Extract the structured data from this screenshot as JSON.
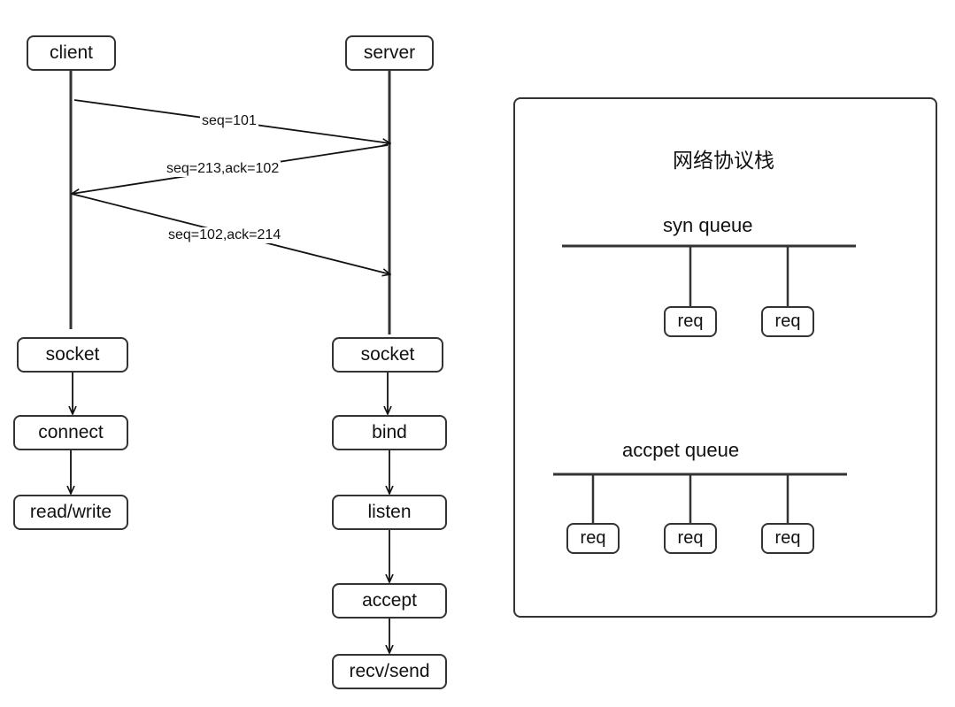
{
  "actors": {
    "client": "client",
    "server": "server"
  },
  "messages": [
    {
      "label": "seq=101"
    },
    {
      "label": "seq=213,ack=102"
    },
    {
      "label": "seq=102,ack=214"
    }
  ],
  "client_flow": [
    "socket",
    "connect",
    "read/write"
  ],
  "server_flow": [
    "socket",
    "bind",
    "listen",
    "accept",
    "recv/send"
  ],
  "stack": {
    "title": "网络协议栈",
    "syn_queue": {
      "label": "syn queue",
      "items": [
        "req",
        "req"
      ]
    },
    "accept_queue": {
      "label": "accpet queue",
      "items": [
        "req",
        "req",
        "req"
      ]
    }
  }
}
